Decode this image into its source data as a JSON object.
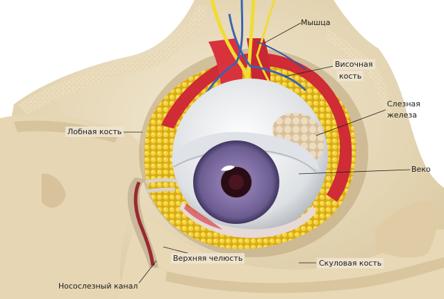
{
  "labels": {
    "muscle": "Мышца",
    "temporal_bone_line1": "Височная",
    "temporal_bone_line2": "кость",
    "lacrimal_gland_line1": "Слезная",
    "lacrimal_gland_line2": "железа",
    "eyelid": "Веко",
    "frontal_bone": "Лобная кость",
    "maxilla": "Верхняя челюсть",
    "zygomatic_bone": "Скуловая кость",
    "nasolacrimal_canal": "Носослезный канал"
  },
  "colors": {
    "bone": "#e9dcbf",
    "bone_shadow": "#cdb98f",
    "fat": "#e8c52a",
    "muscle": "#d8303a",
    "nerve": "#f4e23a",
    "vessel_blue": "#3a66b8",
    "sclera": "#eceef0",
    "iris": "#7b6a9c",
    "pupil": "#2a0d14",
    "gland": "#e5d2b4"
  },
  "icons": []
}
